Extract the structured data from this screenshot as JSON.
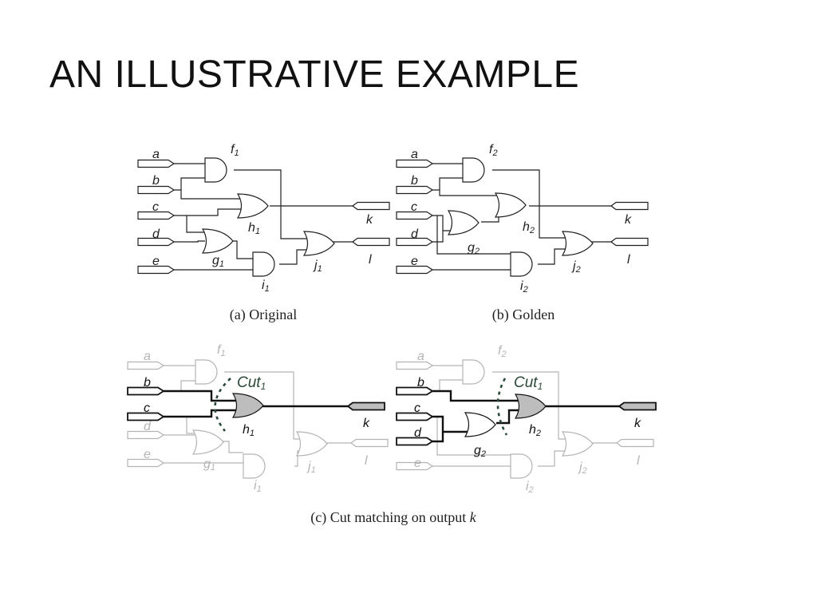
{
  "slide": {
    "title": "AN ILLUSTRATIVE EXAMPLE"
  },
  "figure": {
    "inputs": [
      "a",
      "b",
      "c",
      "d",
      "e"
    ],
    "outputs": [
      "k",
      "l"
    ],
    "panel_a": {
      "gate_f": "f",
      "gate_f_sub": "1",
      "gate_h": "h",
      "gate_h_sub": "1",
      "gate_g": "g",
      "gate_g_sub": "1",
      "gate_i": "i",
      "gate_i_sub": "1",
      "gate_j": "j",
      "gate_j_sub": "1",
      "caption": "(a) Original"
    },
    "panel_b": {
      "gate_f": "f",
      "gate_f_sub": "2",
      "gate_h": "h",
      "gate_h_sub": "2",
      "gate_g": "g",
      "gate_g_sub": "2",
      "gate_i": "i",
      "gate_i_sub": "2",
      "gate_j": "j",
      "gate_j_sub": "2",
      "caption": "(b) Golden"
    },
    "panel_c": {
      "cut_left": "Cut",
      "cut_left_sub": "1",
      "cut_right": "Cut",
      "cut_right_sub": "1",
      "caption_text": "(c) Cut matching on output ",
      "caption_var": "k"
    },
    "colors": {
      "normal": "#1f1f1f",
      "faded": "#b4b4b4",
      "highlight_fill": "#bdbdbd",
      "cut_line": "#2c4a3a"
    }
  }
}
